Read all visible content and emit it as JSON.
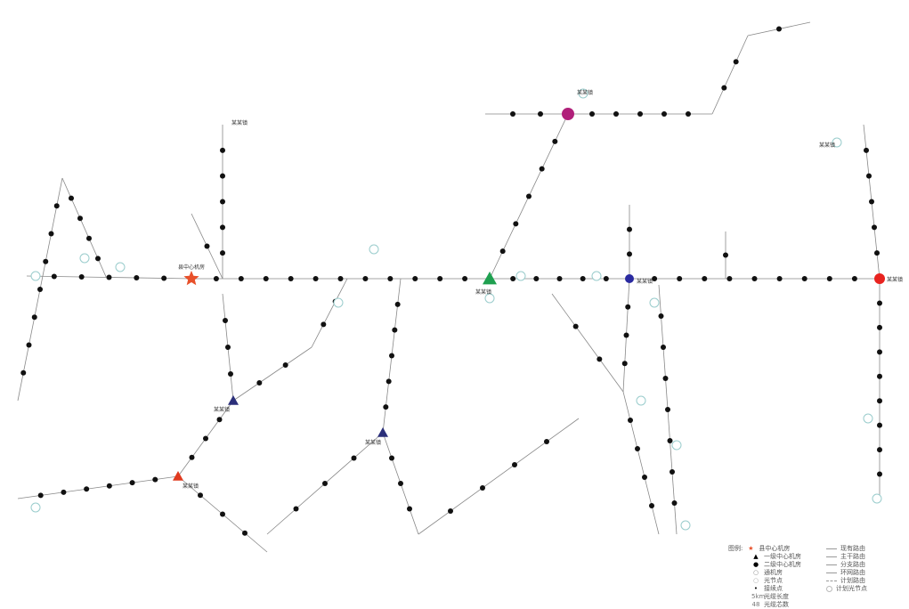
{
  "nodes": {
    "county_center": "县中心机房",
    "level1_a": "某某镇",
    "level1_b": "某某镇",
    "level2_a": "某某镇",
    "level2_b": "某某镇",
    "level2_red": "某某镇",
    "level2_purple": "某某镇",
    "level2_blue": "某某镇",
    "green_hub": "某某镇"
  },
  "legend": {
    "title": "图例:",
    "items": [
      "县中心机房",
      "一级中心机房",
      "二级中心机房",
      "通机房",
      "光节点",
      "接续点",
      "光缆长度",
      "光缆芯数"
    ],
    "item_symbols": [
      "★",
      "▲",
      "●",
      "○",
      "○",
      "•",
      "5km",
      "48"
    ],
    "routes": [
      "现有路由",
      "主干路由",
      "分支路由",
      "环网路由",
      "计划路由",
      "计划光节点"
    ]
  },
  "colors": {
    "star": "#e8502a",
    "red": "#e8231f",
    "purple": "#b0207a",
    "blue": "#2a2aa0",
    "green": "#1fa050",
    "triangle_red": "#e03a1f",
    "navy": "#2b2f7a"
  }
}
